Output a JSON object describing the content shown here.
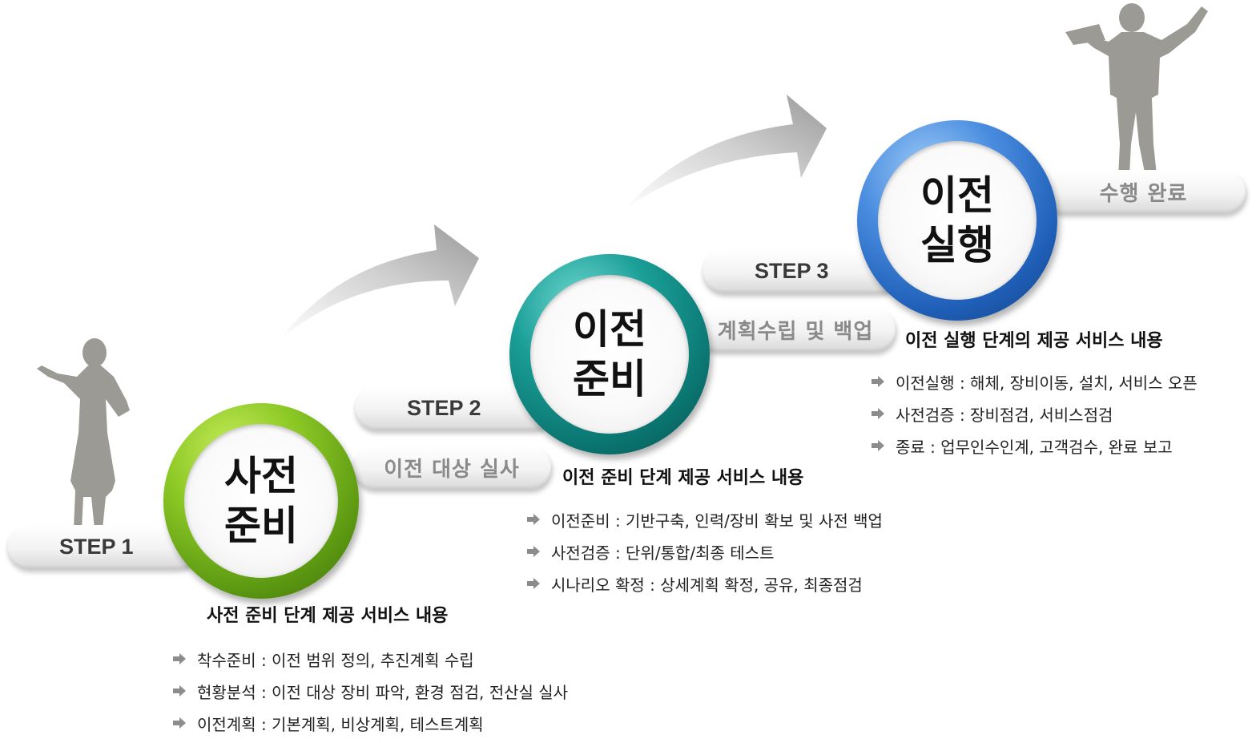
{
  "steps": [
    {
      "step_label": "STEP 1",
      "circle_title_line1": "사전",
      "circle_title_line2": "준비",
      "sub_label": "이전 대상 실사",
      "section_title": "사전 준비 단계 제공 서비스 내용",
      "items": [
        "착수준비 : 이전 범위 정의, 추진계획 수립",
        "현황분석 : 이전 대상 장비 파악, 환경 점검, 전산실 실사",
        "이전계획 : 기본계획, 비상계획, 테스트계획"
      ],
      "color": "#6aa515"
    },
    {
      "step_label": "STEP 2",
      "circle_title_line1": "이전",
      "circle_title_line2": "준비",
      "sub_label": "계획수립 및 백업",
      "section_title": "이전 준비 단계 제공 서비스 내용",
      "items": [
        "이전준비 : 기반구축, 인력/장비 확보 및 사전 백업",
        "사전검증 : 단위/통합/최종 테스트",
        "시나리오 확정 : 상세계획 확정, 공유, 최종점검"
      ],
      "color": "#0f8a85"
    },
    {
      "step_label": "STEP 3",
      "circle_title_line1": "이전",
      "circle_title_line2": "실행",
      "sub_label": "수행 완료",
      "section_title": "이전 실행 단계의 제공 서비스 내용",
      "items": [
        "이전실행 : 해체, 장비이동, 설치, 서비스 오픈",
        "사전검증 : 장비점검, 서비스점검",
        "종료 : 업무인수인계, 고객검수, 완료 보고"
      ],
      "color": "#2a6cc4"
    }
  ],
  "icons": {
    "bullet": "arrow-icon",
    "figures": [
      "person-silhouette-icon",
      "person-celebrating-icon"
    ],
    "connectors": "curved-arrow-icon"
  }
}
